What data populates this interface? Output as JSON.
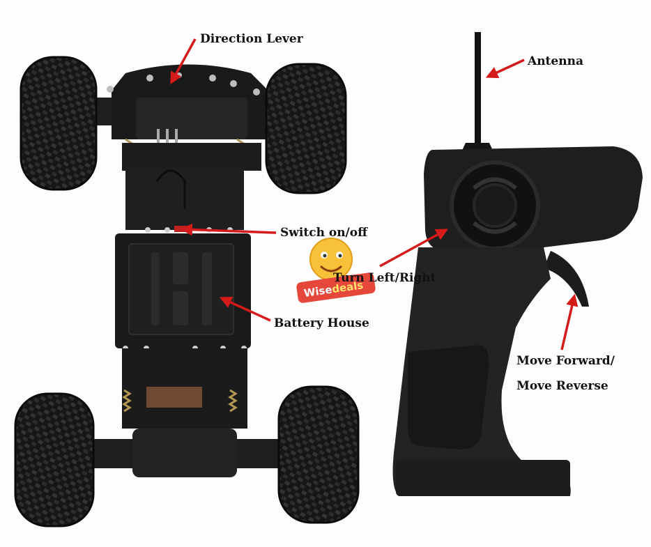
{
  "labels": {
    "direction_lever": "Direction Lever",
    "antenna": "Antenna",
    "switch": "Switch on/off",
    "turn": "Turn Left/Right",
    "battery": "Battery House",
    "forward": "Move Forward/",
    "reverse": "Move Reverse"
  },
  "watermark": {
    "brand_main": "Wise",
    "brand_sub": "deals"
  },
  "colors": {
    "arrow": "#d51a1a",
    "body_black": "#1b1b1b",
    "tire": "#141414"
  }
}
